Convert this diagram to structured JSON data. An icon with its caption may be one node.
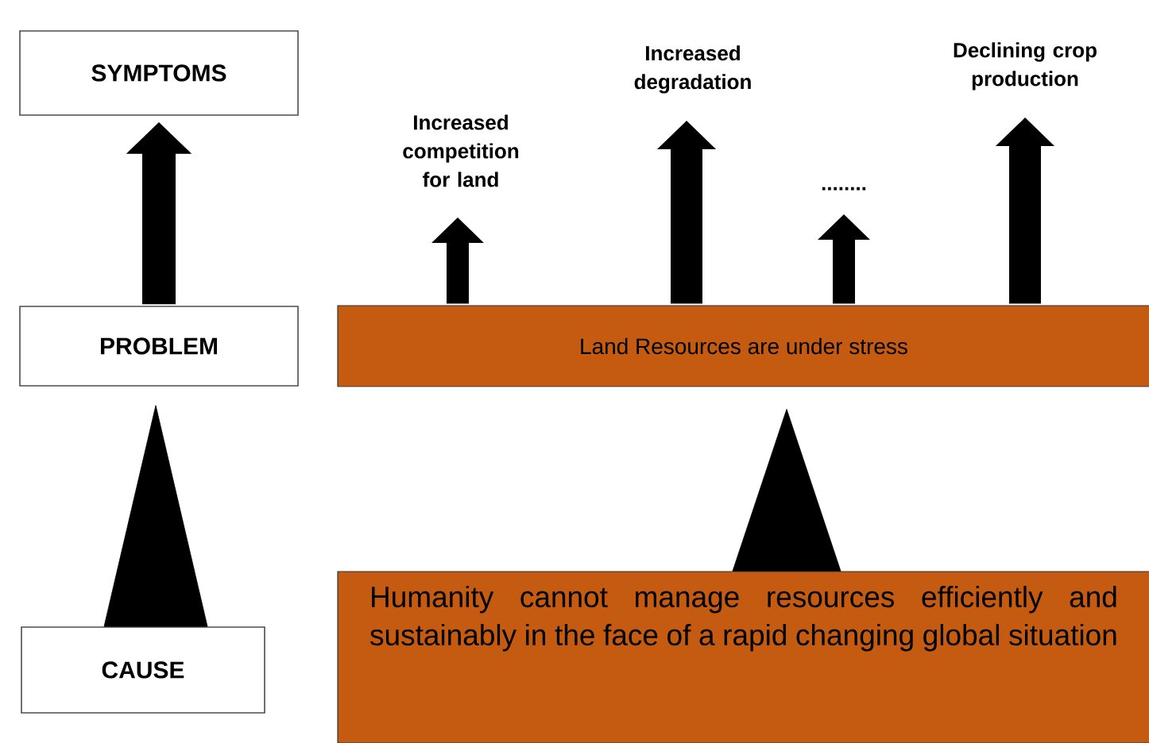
{
  "diagram": {
    "nodes": [
      {
        "text": [
          "SYMPTOMS"
        ]
      },
      {
        "text": [
          "PROBLEM"
        ]
      },
      {
        "text": [
          "CAUSE"
        ]
      },
      {
        "text": [
          "Land Resources are under stress"
        ]
      },
      {
        "text": [
          "Humanity cannot manage resources efficiently and sustainably in the face of a rapid changing global situation"
        ]
      },
      {
        "text": [
          "Increased competition for land"
        ]
      },
      {
        "text": [
          "Increased degradation"
        ]
      },
      {
        "text": [
          "........"
        ]
      },
      {
        "text": [
          "Declining crop production"
        ]
      }
    ],
    "edges": [
      {
        "from": 1,
        "to": 0,
        "arrow": "to"
      },
      {
        "from": 2,
        "to": 1,
        "arrow": "to"
      },
      {
        "from": 4,
        "to": 3,
        "arrow": "to"
      },
      {
        "from": 3,
        "to": 5,
        "arrow": "to"
      },
      {
        "from": 3,
        "to": 6,
        "arrow": "to"
      },
      {
        "from": 3,
        "to": 7,
        "arrow": "to"
      },
      {
        "from": 3,
        "to": 8,
        "arrow": "to"
      }
    ]
  }
}
